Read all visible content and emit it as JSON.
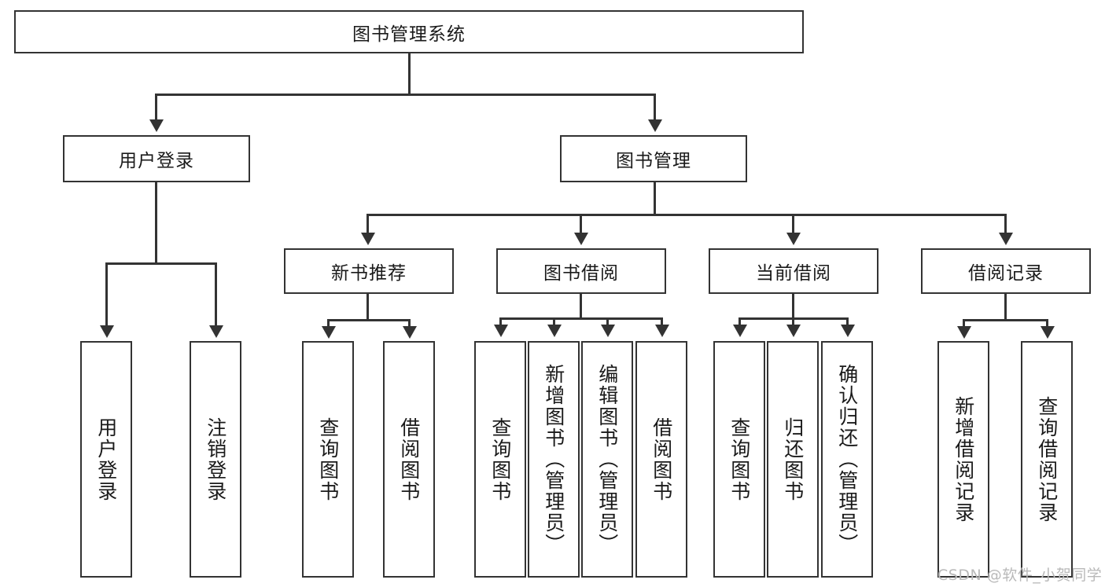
{
  "diagram": {
    "title": "图书管理系统",
    "type": "hierarchy-tree",
    "root": {
      "id": "root",
      "label": "图书管理系统"
    },
    "level2": [
      {
        "id": "user-login",
        "label": "用户登录"
      },
      {
        "id": "book-management",
        "label": "图书管理"
      }
    ],
    "level3": [
      {
        "id": "new-book-recommend",
        "label": "新书推荐"
      },
      {
        "id": "book-borrow",
        "label": "图书借阅"
      },
      {
        "id": "current-borrow",
        "label": "当前借阅"
      },
      {
        "id": "borrow-record",
        "label": "借阅记录"
      }
    ],
    "leaves": {
      "user_login": [
        {
          "id": "leaf-user-login",
          "label": "用户登录"
        },
        {
          "id": "leaf-logout",
          "label": "注销登录"
        }
      ],
      "new_book_recommend": [
        {
          "id": "leaf-query-book-1",
          "label": "查询图书"
        },
        {
          "id": "leaf-borrow-book-1",
          "label": "借阅图书"
        }
      ],
      "book_borrow": [
        {
          "id": "leaf-query-book-2",
          "label": "查询图书"
        },
        {
          "id": "leaf-add-book",
          "label": "新增图书（管理员）"
        },
        {
          "id": "leaf-edit-book",
          "label": "编辑图书（管理员）"
        },
        {
          "id": "leaf-borrow-book-2",
          "label": "借阅图书"
        }
      ],
      "current_borrow": [
        {
          "id": "leaf-query-book-3",
          "label": "查询图书"
        },
        {
          "id": "leaf-return-book",
          "label": "归还图书"
        },
        {
          "id": "leaf-confirm-return",
          "label": "确认归还（管理员）"
        }
      ],
      "borrow_record": [
        {
          "id": "leaf-add-record",
          "label": "新增借阅记录"
        },
        {
          "id": "leaf-query-record",
          "label": "查询借阅记录"
        }
      ]
    }
  },
  "watermark": {
    "text": "CSDN @软件_小贺同学"
  },
  "colors": {
    "stroke": "#333333",
    "background": "#ffffff",
    "text": "#1a1a1a",
    "watermark": "#b9b9b9"
  }
}
